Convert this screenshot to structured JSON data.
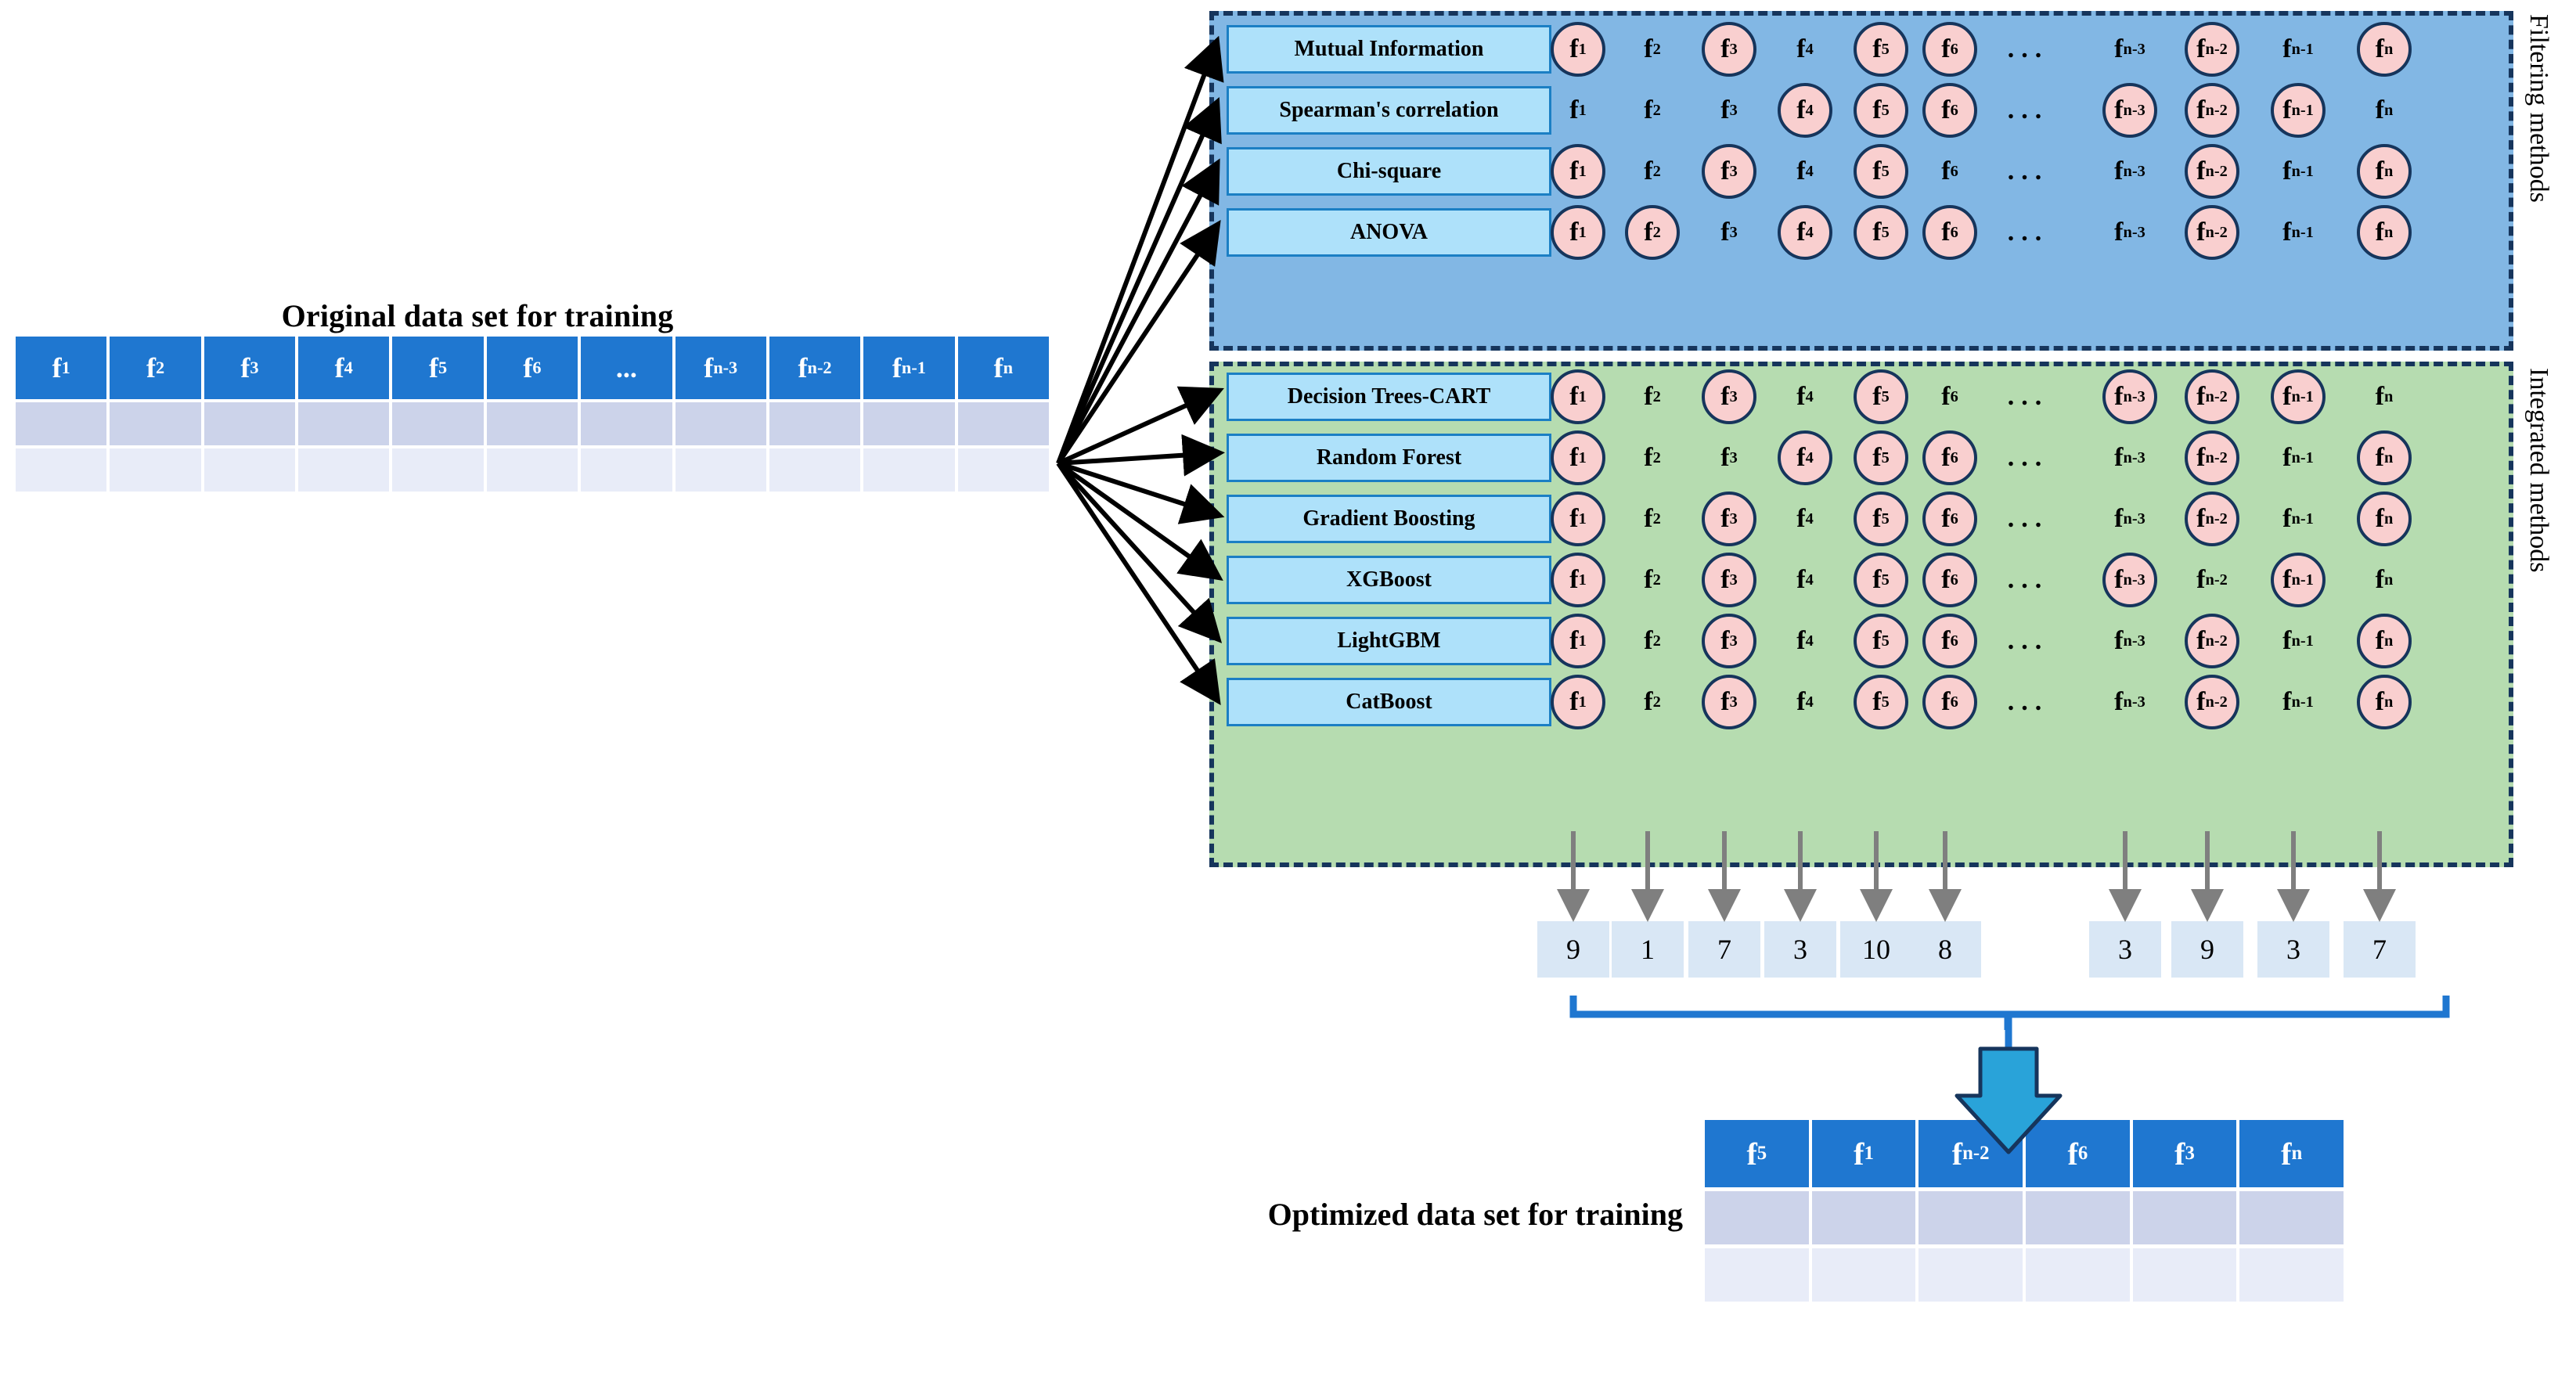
{
  "original_dataset": {
    "title": "Original data set for training",
    "columns": [
      "f1",
      "f2",
      "f3",
      "f4",
      "f5",
      "f6",
      "...",
      "fn-3",
      "fn-2",
      "fn-1",
      "fn"
    ],
    "column_html": [
      "f<sub>1</sub>",
      "f<sub>2</sub>",
      "f<sub>3</sub>",
      "f<sub>4</sub>",
      "f<sub>5</sub>",
      "f<sub>6</sub>",
      "...",
      "f<sub>n-3</sub>",
      "f<sub>n-2</sub>",
      "f<sub>n-1</sub>",
      "f<sub>n</sub>"
    ],
    "empty_rows": 2
  },
  "features": [
    "f1",
    "f2",
    "f3",
    "f4",
    "f5",
    "f6",
    "fn-3",
    "fn-2",
    "fn-1",
    "fn"
  ],
  "feature_html": [
    "f<sub>1</sub>",
    "f<sub>2</sub>",
    "f<sub>3</sub>",
    "f<sub>4</sub>",
    "f<sub>5</sub>",
    "f<sub>6</sub>",
    "f<sub>n-3</sub>",
    "f<sub>n-2</sub>",
    "f<sub>n-1</sub>",
    "f<sub>n</sub>"
  ],
  "groups": [
    {
      "name": "filtering",
      "side_label": "Filtering methods",
      "background": "#82b7e4",
      "methods": [
        {
          "label": "Mutual Information",
          "selected": [
            "f1",
            "f3",
            "f5",
            "f6",
            "fn-2",
            "fn"
          ]
        },
        {
          "label": "Spearman's correlation",
          "selected": [
            "f4",
            "f5",
            "f6",
            "fn-3",
            "fn-2",
            "fn-1"
          ]
        },
        {
          "label": "Chi-square",
          "selected": [
            "f1",
            "f3",
            "f5",
            "fn-2",
            "fn"
          ]
        },
        {
          "label": "ANOVA",
          "selected": [
            "f1",
            "f2",
            "f4",
            "f5",
            "f6",
            "fn-2",
            "fn"
          ]
        }
      ]
    },
    {
      "name": "integrated",
      "side_label": "Integrated methods",
      "background": "#b6dcb0",
      "methods": [
        {
          "label": "Decision Trees-CART",
          "selected": [
            "f1",
            "f3",
            "f5",
            "fn-3",
            "fn-2",
            "fn-1"
          ]
        },
        {
          "label": "Random Forest",
          "selected": [
            "f1",
            "f4",
            "f5",
            "f6",
            "fn-2",
            "fn"
          ]
        },
        {
          "label": "Gradient Boosting",
          "selected": [
            "f1",
            "f3",
            "f5",
            "f6",
            "fn-2",
            "fn"
          ]
        },
        {
          "label": "XGBoost",
          "selected": [
            "f1",
            "f3",
            "f5",
            "f6",
            "fn-3",
            "fn-1"
          ]
        },
        {
          "label": "LightGBM",
          "selected": [
            "f1",
            "f3",
            "f5",
            "f6",
            "fn-2",
            "fn"
          ]
        },
        {
          "label": "CatBoost",
          "selected": [
            "f1",
            "f3",
            "f5",
            "f6",
            "fn-2",
            "fn"
          ]
        }
      ]
    }
  ],
  "counts": {
    "features": [
      "f1",
      "f2",
      "f3",
      "f4",
      "f5",
      "f6",
      "fn-3",
      "fn-2",
      "fn-1",
      "fn"
    ],
    "values": [
      9,
      1,
      7,
      3,
      10,
      8,
      3,
      9,
      3,
      7
    ]
  },
  "optimized_dataset": {
    "title": "Optimized data set for training",
    "columns": [
      "f5",
      "f1",
      "fn-2",
      "f6",
      "f3",
      "fn"
    ],
    "column_html": [
      "f<sub>5</sub>",
      "f<sub>1</sub>",
      "f<sub>n-2</sub>",
      "f<sub>6</sub>",
      "f<sub>3</sub>",
      "f<sub>n</sub>"
    ],
    "empty_rows": 2
  },
  "colors": {
    "header_blue": "#1f77d0",
    "panel_blue": "#82b7e4",
    "panel_green": "#b6dcb0",
    "method_box": "#aee1fa",
    "method_border": "#1b7fc4",
    "circle_fill": "#f9cfcf",
    "circle_border": "#16355c",
    "dash_border": "#16355c",
    "count_box": "#d9e7f5",
    "arrow_gray": "#7f7f7f",
    "bracket_blue": "#1f77d0",
    "big_arrow": "#29a3d9"
  },
  "ellipsis": "..."
}
